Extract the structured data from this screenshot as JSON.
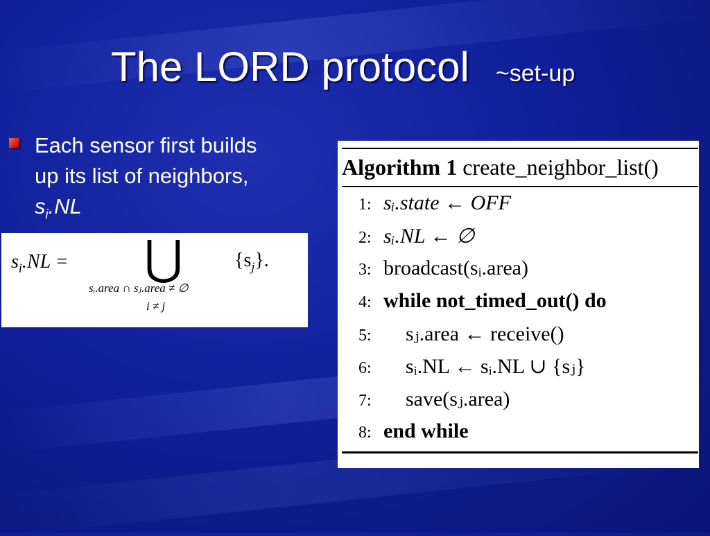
{
  "title": {
    "main": "The LORD protocol",
    "sub": "~set-up"
  },
  "bullet": {
    "line1": "Each sensor first builds",
    "line2": "up its list of neighbors,",
    "math_var": "s",
    "math_sub": "i",
    "math_rest": ".NL"
  },
  "formula": {
    "lhs_var": "s",
    "lhs_sub": "i",
    "lhs_rest": ".NL =",
    "union": "⋃",
    "set": "{s",
    "set_sub": "j",
    "set_end": "}.",
    "cond1": "sᵢ.area ∩ sⱼ.area ≠ ∅",
    "cond2": "i ≠ j"
  },
  "algorithm": {
    "header_bold": "Algorithm 1",
    "header_name": "create_neighbor_list()",
    "lines": [
      {
        "num": "1:",
        "text": "sᵢ.state ← OFF"
      },
      {
        "num": "2:",
        "text": "sᵢ.NL ← ∅"
      },
      {
        "num": "3:",
        "text": "broadcast(sᵢ.area)"
      },
      {
        "num": "4:",
        "text": "while not_timed_out() do"
      },
      {
        "num": "5:",
        "text": "sⱼ.area ← receive()"
      },
      {
        "num": "6:",
        "text": "sᵢ.NL ← sᵢ.NL ∪ {sⱼ}"
      },
      {
        "num": "7:",
        "text": "save(sⱼ.area)"
      },
      {
        "num": "8:",
        "text": "end while"
      }
    ]
  },
  "colors": {
    "background": "#10209a",
    "bullet": "#d8261a",
    "text": "#ffffff"
  }
}
